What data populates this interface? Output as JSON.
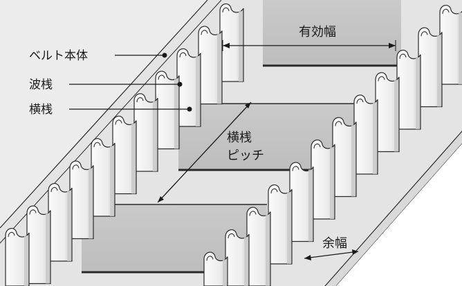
{
  "labels": {
    "belt_body": "ベルト本体",
    "corrugated_sidewall": "波桟",
    "cleat": "横桟",
    "effective_width": "有効幅",
    "cleat_pitch_line1": "横桟",
    "cleat_pitch_line2": "ピッチ",
    "edge_margin": "余幅"
  },
  "colors": {
    "belt_body": "#e4e4e4",
    "belt_stripe": "#d2d2d2",
    "cleat_face": "#c4c4c4",
    "sidewall_fill": "#f3f3f3",
    "sidewall_shadow": "#c9c9c9",
    "outline": "#2a2a2a",
    "leader": "#1a1a1a",
    "frame": "#888888"
  }
}
